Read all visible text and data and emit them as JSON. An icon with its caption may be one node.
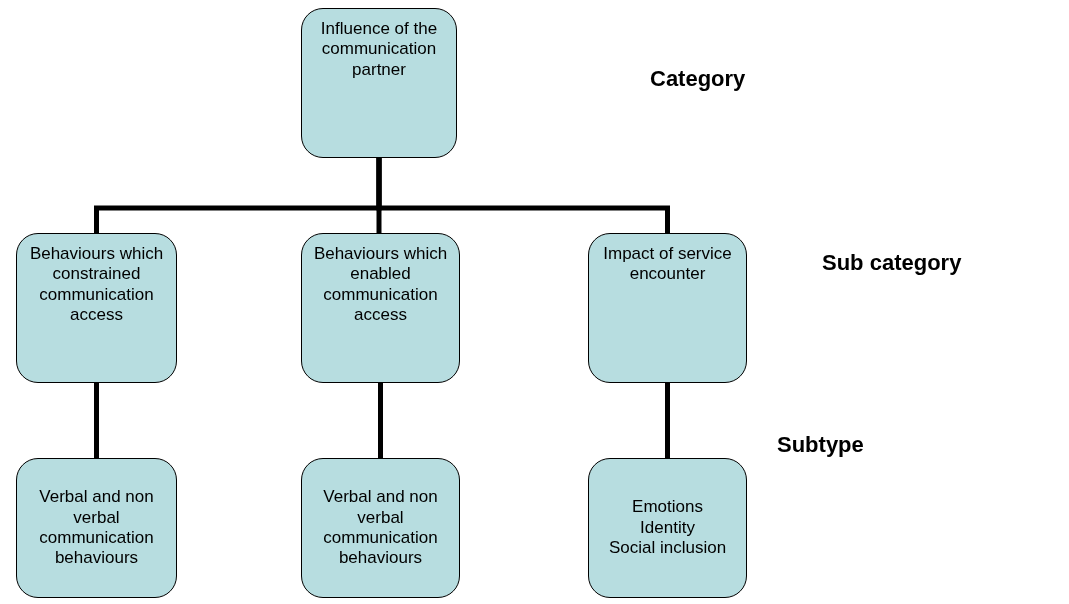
{
  "diagram": {
    "nodes": [
      {
        "text": [
          "Influence of the communication partner"
        ]
      },
      {
        "text": [
          "Behaviours which constrained communication access"
        ]
      },
      {
        "text": [
          "Behaviours which enabled communication access"
        ]
      },
      {
        "text": [
          "Impact of service encounter"
        ]
      },
      {
        "text": [
          "Verbal and non verbal communication behaviours"
        ]
      },
      {
        "text": [
          "Verbal and non verbal communication behaviours"
        ]
      },
      {
        "text": [
          "Emotions",
          "Identity",
          "Social inclusion"
        ]
      }
    ],
    "edges": [
      {
        "from": 0,
        "to": 1,
        "arrow": "none"
      },
      {
        "from": 0,
        "to": 2,
        "arrow": "none"
      },
      {
        "from": 0,
        "to": 3,
        "arrow": "none"
      },
      {
        "from": 1,
        "to": 4,
        "arrow": "none"
      },
      {
        "from": 2,
        "to": 5,
        "arrow": "none"
      },
      {
        "from": 3,
        "to": 6,
        "arrow": "none"
      }
    ],
    "labels": [
      "Category",
      "Sub category",
      "Subtype"
    ]
  }
}
